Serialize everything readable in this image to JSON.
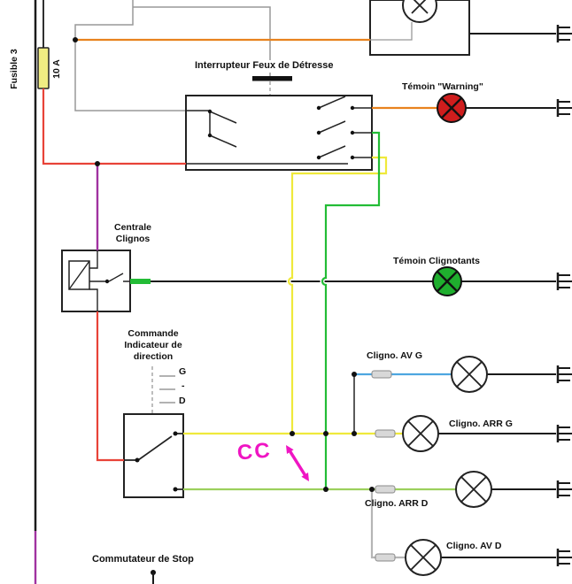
{
  "labels": {
    "fuse": "Fusible 3",
    "fuse_rating": "10 A",
    "hazard_switch": "Interrupteur Feux de Détresse",
    "warning_indicator": "Témoin \"Warning\"",
    "flasher_unit": "Centrale\nClignos",
    "turn_indicator": "Témoin Clignotants",
    "direction_control": "Commande\nIndicateur de\ndirection",
    "position_left": "G",
    "position_neutral": "-",
    "position_right": "D",
    "lamp_front_left": "Cligno. AV G",
    "lamp_rear_left": "Cligno. ARR G",
    "lamp_rear_right": "Cligno. ARR D",
    "lamp_front_right": "Cligno. AV D",
    "stop_switch": "Commutateur de Stop"
  },
  "annotation": {
    "text": "CC"
  },
  "colors": {
    "wire_orange": "#e8821e",
    "wire_red": "#e84338",
    "wire_yellow": "#efe93b",
    "wire_green": "#23bc36",
    "wire_light_green": "#9cd05c",
    "wire_blue": "#4da6e0",
    "wire_gray": "#b5b5b5",
    "wire_gray_dark": "#5a5a5a",
    "wire_purple": "#a032a0",
    "wire_black": "#1a1a1a",
    "fuse_fill": "#f0ec82",
    "indicator_warning_fill": "#cf1d1d",
    "indicator_turn_fill": "#1fae2e",
    "connector_fill": "#d8d8d8",
    "annotation_color": "#ef15c3"
  }
}
